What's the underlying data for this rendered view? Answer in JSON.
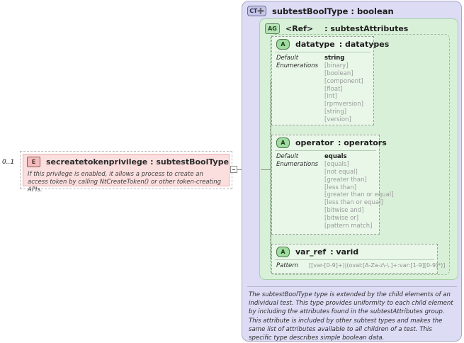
{
  "left_element": {
    "cardinality": "0..1",
    "icon": "element-icon",
    "icon_label": "E",
    "title": "secreatetokenprivilege : subtestBoolType",
    "documentation": "If this privilege is enabled, it allows a process to create an access token by calling NtCreateToken() or other token-creating APIs."
  },
  "complex_type": {
    "icon": "complextype-expand-icon",
    "icon_label": "CT➕",
    "title": "subtestBoolType : boolean",
    "documentation": "The subtestBoolType type is extended by the child elements of an individual test.  This type provides uniformity to each child element by including the attributes found in the subtestAttributes group.  This attribute is included by other subtest types and makes the same list of attributes available to all children of a test.  This specific type describes simple boolean data."
  },
  "attribute_group": {
    "icon": "attributegroup-icon",
    "icon_label": "AG",
    "ref": "<Ref>",
    "type": ": subtestAttributes"
  },
  "attributes": [
    {
      "icon": "attribute-icon",
      "icon_label": "A",
      "name": "datatype",
      "type": ": datatypes",
      "facet_labels": [
        "Default",
        "Enumerations"
      ],
      "default": "string",
      "enumerations": [
        "[binary]",
        "[boolean]",
        "[component]",
        "[float]",
        "[int]",
        "[rpmversion]",
        "[string]",
        "[version]"
      ]
    },
    {
      "icon": "attribute-icon",
      "icon_label": "A",
      "name": "operator",
      "type": ": operators",
      "facet_labels": [
        "Default",
        "Enumerations"
      ],
      "default": "equals",
      "enumerations": [
        "[equals]",
        "[not equal]",
        "[greater than]",
        "[less than]",
        "[greater than or equal]",
        "[less than or equal]",
        "[bitwise and]",
        "[bitwise or]",
        "[pattern match]"
      ]
    },
    {
      "icon": "attribute-icon",
      "icon_label": "A",
      "name": "var_ref",
      "type": ": varid",
      "pattern_label": "Pattern",
      "pattern": "[[var-[0-9]+)|(oval:[A-Za-z\\-\\.]+:var:[1-9][0-9]*)]"
    }
  ],
  "colors": {
    "complextype_bg": "#dcdcf5",
    "group_bg": "#d8f0d8",
    "attribute_bg": "#e8f7e8",
    "element_bg": "#fbdede",
    "enum_text": "#9a9a9a"
  }
}
